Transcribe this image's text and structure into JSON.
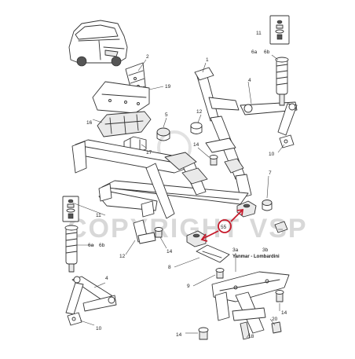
{
  "diagram": {
    "watermark": "COPYRIGHT VSP",
    "subtitle": "Yanmar - Lombardini",
    "parts": [
      {
        "id": "p1",
        "label": "1"
      },
      {
        "id": "p2",
        "label": "2"
      },
      {
        "id": "p3a",
        "label": "3a"
      },
      {
        "id": "p3b",
        "label": "3b"
      },
      {
        "id": "p4a",
        "label": "4"
      },
      {
        "id": "p4b",
        "label": "4"
      },
      {
        "id": "p5",
        "label": "5"
      },
      {
        "id": "p6a1",
        "label": "6a"
      },
      {
        "id": "p6b1",
        "label": "6b"
      },
      {
        "id": "p6a2",
        "label": "6a"
      },
      {
        "id": "p6b2",
        "label": "6b"
      },
      {
        "id": "p7",
        "label": "7"
      },
      {
        "id": "p8",
        "label": "8"
      },
      {
        "id": "p9",
        "label": "9"
      },
      {
        "id": "p10a",
        "label": "10"
      },
      {
        "id": "p10b",
        "label": "10"
      },
      {
        "id": "p11a",
        "label": "11"
      },
      {
        "id": "p11b",
        "label": "11"
      },
      {
        "id": "p12a",
        "label": "12"
      },
      {
        "id": "p12b",
        "label": "12"
      },
      {
        "id": "p14a",
        "label": "14"
      },
      {
        "id": "p14b",
        "label": "14"
      },
      {
        "id": "p14c",
        "label": "14"
      },
      {
        "id": "p14d",
        "label": "14"
      },
      {
        "id": "p16",
        "label": "16"
      },
      {
        "id": "p17",
        "label": "17"
      },
      {
        "id": "p18",
        "label": "18"
      },
      {
        "id": "p19",
        "label": "19"
      },
      {
        "id": "p20",
        "label": "20"
      },
      {
        "id": "p55",
        "label": "55"
      }
    ],
    "highlight_color": "#c61a2b"
  }
}
